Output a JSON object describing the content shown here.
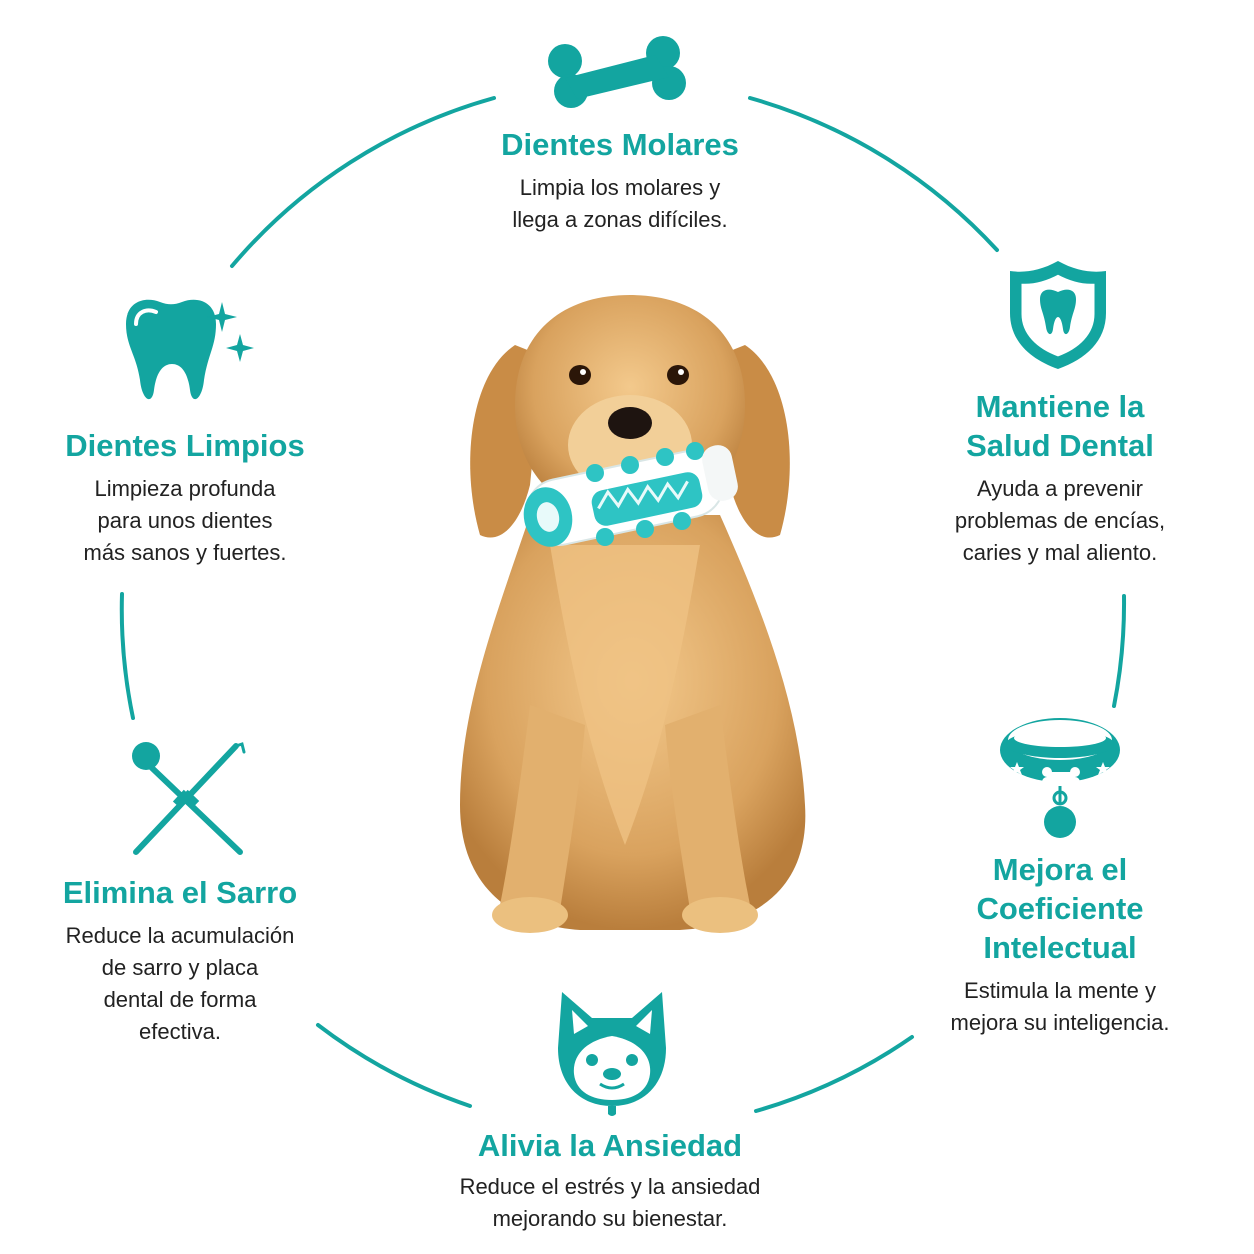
{
  "theme": {
    "accent": "#13A5A0",
    "text": "#222222",
    "background": "#ffffff"
  },
  "features": {
    "molares": {
      "title": "Dientes Molares",
      "desc": "Limpia los molares y\nllega a zonas difíciles.",
      "icon": "bone-icon"
    },
    "salud": {
      "title": "Mantiene la\nSalud Dental",
      "desc": "Ayuda a prevenir\nproblemas de encías,\ncaries y mal aliento.",
      "icon": "shield-tooth-icon"
    },
    "coeficiente": {
      "title": "Mejora el\nCoeficiente\nIntelectual",
      "desc": "Estimula la mente y\nmejora su inteligencia.",
      "icon": "dog-collar-icon"
    },
    "ansiedad": {
      "title": "Alivia la Ansiedad",
      "desc": "Reduce el estrés y la ansiedad\nmejorando su bienestar.",
      "icon": "dog-face-icon"
    },
    "sarro": {
      "title": "Elimina el Sarro",
      "desc": "Reduce la acumulación\nde sarro y placa\ndental de forma\nefectiva.",
      "icon": "dental-tools-icon"
    },
    "limpios": {
      "title": "Dientes Limpios",
      "desc": "Limpieza profunda\npara unos dientes\nmás sanos y fuertes.",
      "icon": "sparkling-tooth-icon"
    }
  },
  "center_image": {
    "subject": "golden retriever holding a teal and white dental chew toy",
    "fur_color": "#D9A25E",
    "toy_colors": [
      "#FFFFFF",
      "#2EC4C4"
    ]
  }
}
